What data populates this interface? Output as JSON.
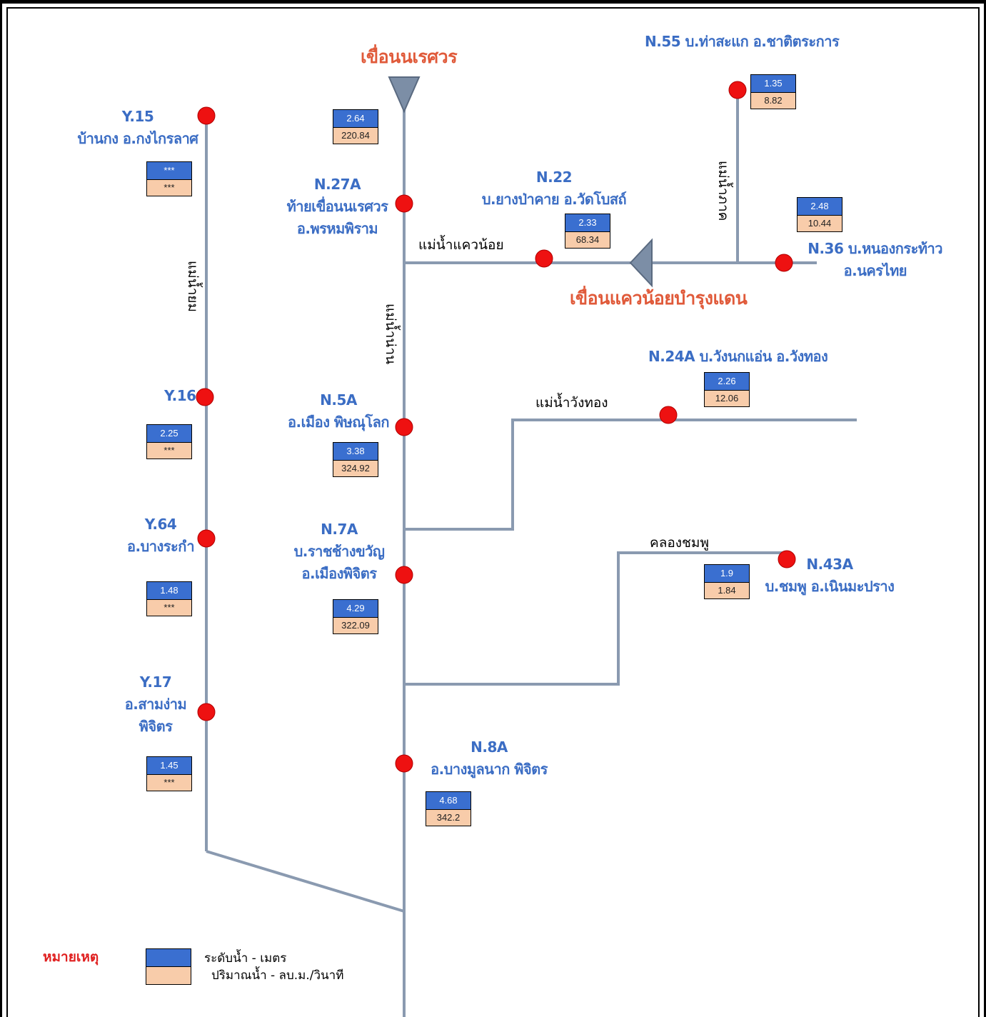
{
  "dams": {
    "naresuan": "เขื่อนนเรศวร",
    "khwae_noi": "เขื่อนแควน้อยบำรุงแดน"
  },
  "rivers": {
    "khwae_noi": "แม่น้ำแควน้อย",
    "nan": "แม่น้ำน่าน",
    "yom": "แม่น้ำยม",
    "phak": "แม่น้ำภาค",
    "wang_thong": "แม่น้ำวังทอง",
    "khlong_chomphu": "คลองชมพู"
  },
  "stations": {
    "y15": {
      "lines": [
        "Y.15",
        "บ้านกง อ.กงไกรลาศ"
      ],
      "level": "***",
      "flow": "***"
    },
    "y16": {
      "lines": [
        "Y.16"
      ],
      "level": "2.25",
      "flow": "***"
    },
    "y64": {
      "lines": [
        "Y.64",
        "อ.บางระกำ"
      ],
      "level": "1.48",
      "flow": "***"
    },
    "y17": {
      "lines": [
        "Y.17",
        "อ.สามง่าม",
        "พิจิตร"
      ],
      "level": "1.45",
      "flow": "***"
    },
    "naresuan_dam": {
      "level": "2.64",
      "flow": "220.84"
    },
    "n27a": {
      "lines": [
        "N.27A",
        "ท้ายเขื่อนนเรศวร",
        "อ.พรหมพิราม"
      ]
    },
    "n5a": {
      "lines": [
        "N.5A",
        "อ.เมือง พิษณุโลก"
      ],
      "level": "3.38",
      "flow": "324.92"
    },
    "n7a": {
      "lines": [
        "N.7A",
        "บ.ราชช้างขวัญ",
        "อ.เมืองพิจิตร"
      ],
      "level": "4.29",
      "flow": "322.09"
    },
    "n8a": {
      "lines": [
        "N.8A",
        "อ.บางมูลนาก พิจิตร"
      ],
      "level": "4.68",
      "flow": "342.2"
    },
    "n22": {
      "lines": [
        "N.22",
        "บ.ยางป่าคาย อ.วัดโบสถ์"
      ],
      "level": "2.33",
      "flow": "68.34"
    },
    "n55": {
      "lines": [
        "N.55 บ.ท่าสะแก อ.ชาติตระการ"
      ],
      "level": "1.35",
      "flow": "8.82"
    },
    "n36": {
      "lines": [
        "N.36 บ.หนองกระท้าว",
        "อ.นครไทย"
      ],
      "level": "2.48",
      "flow": "10.44"
    },
    "n24a": {
      "lines": [
        "N.24A บ.วังนกแอ่น อ.วังทอง"
      ],
      "level": "2.26",
      "flow": "12.06"
    },
    "n43a": {
      "lines": [
        "N.43A",
        "บ.ชมพู อ.เนินมะปราง"
      ],
      "level": "1.9",
      "flow": "1.84"
    }
  },
  "legend": {
    "title": "หมายเหตุ",
    "level_label": "ระดับน้ำ - เมตร",
    "flow_label": "ปริมาณน้ำ - ลบ.ม./วินาที"
  },
  "colors": {
    "river_line": "#8a9ab0",
    "station_dot": "#ee1111",
    "label_blue": "#3b6dc4",
    "dam_red": "#e05a3a",
    "level_fill": "#3a6fd0",
    "flow_fill": "#f8ccaa"
  }
}
